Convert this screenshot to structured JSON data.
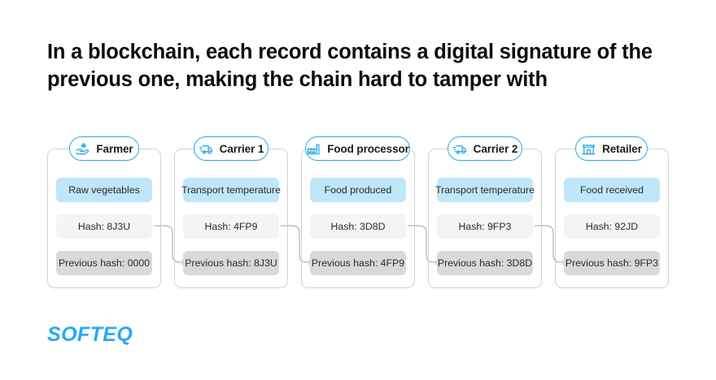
{
  "headline": "In a blockchain, each record contains a digital signature of the previous one, making the chain hard to tamper with",
  "brand": {
    "logo_text": "SOFTEQ",
    "accent_color": "#26a9f4"
  },
  "colors": {
    "pill_border": "#2aabe8",
    "data_row_bg": "#bfe6f9",
    "hash_row_bg": "#f4f4f4",
    "prev_hash_row_bg": "#d9d9d9",
    "card_border": "#cfd2d4",
    "connector": "#b0b3b5",
    "text": "#2b2b2b"
  },
  "diagram": {
    "type": "blockchain-chain",
    "nodes": [
      {
        "id": "farmer",
        "title": "Farmer",
        "icon": "hand-holding-sprout-icon",
        "data_label": "Raw vegetables",
        "hash_label": "Hash: 8J3U",
        "prev_hash_label": "Previous hash: 0000"
      },
      {
        "id": "carrier-1",
        "title": "Carrier 1",
        "icon": "delivery-truck-icon",
        "data_label": "Transport temperature",
        "hash_label": "Hash: 4FP9",
        "prev_hash_label": "Previous hash: 8J3U"
      },
      {
        "id": "food-processor",
        "title": "Food processor",
        "icon": "factory-icon",
        "data_label": "Food produced",
        "hash_label": "Hash: 3D8D",
        "prev_hash_label": "Previous hash: 4FP9"
      },
      {
        "id": "carrier-2",
        "title": "Carrier 2",
        "icon": "delivery-truck-icon",
        "data_label": "Transport temperature",
        "hash_label": "Hash: 9FP3",
        "prev_hash_label": "Previous hash: 3D8D"
      },
      {
        "id": "retailer",
        "title": "Retailer",
        "icon": "storefront-icon",
        "data_label": "Food received",
        "hash_label": "Hash: 92JD",
        "prev_hash_label": "Previous hash: 9FP3"
      }
    ],
    "links": [
      {
        "from": "farmer",
        "to": "carrier-1",
        "from_field": "hash",
        "to_field": "prev_hash"
      },
      {
        "from": "carrier-1",
        "to": "food-processor",
        "from_field": "hash",
        "to_field": "prev_hash"
      },
      {
        "from": "food-processor",
        "to": "carrier-2",
        "from_field": "hash",
        "to_field": "prev_hash"
      },
      {
        "from": "carrier-2",
        "to": "retailer",
        "from_field": "hash",
        "to_field": "prev_hash"
      }
    ]
  }
}
